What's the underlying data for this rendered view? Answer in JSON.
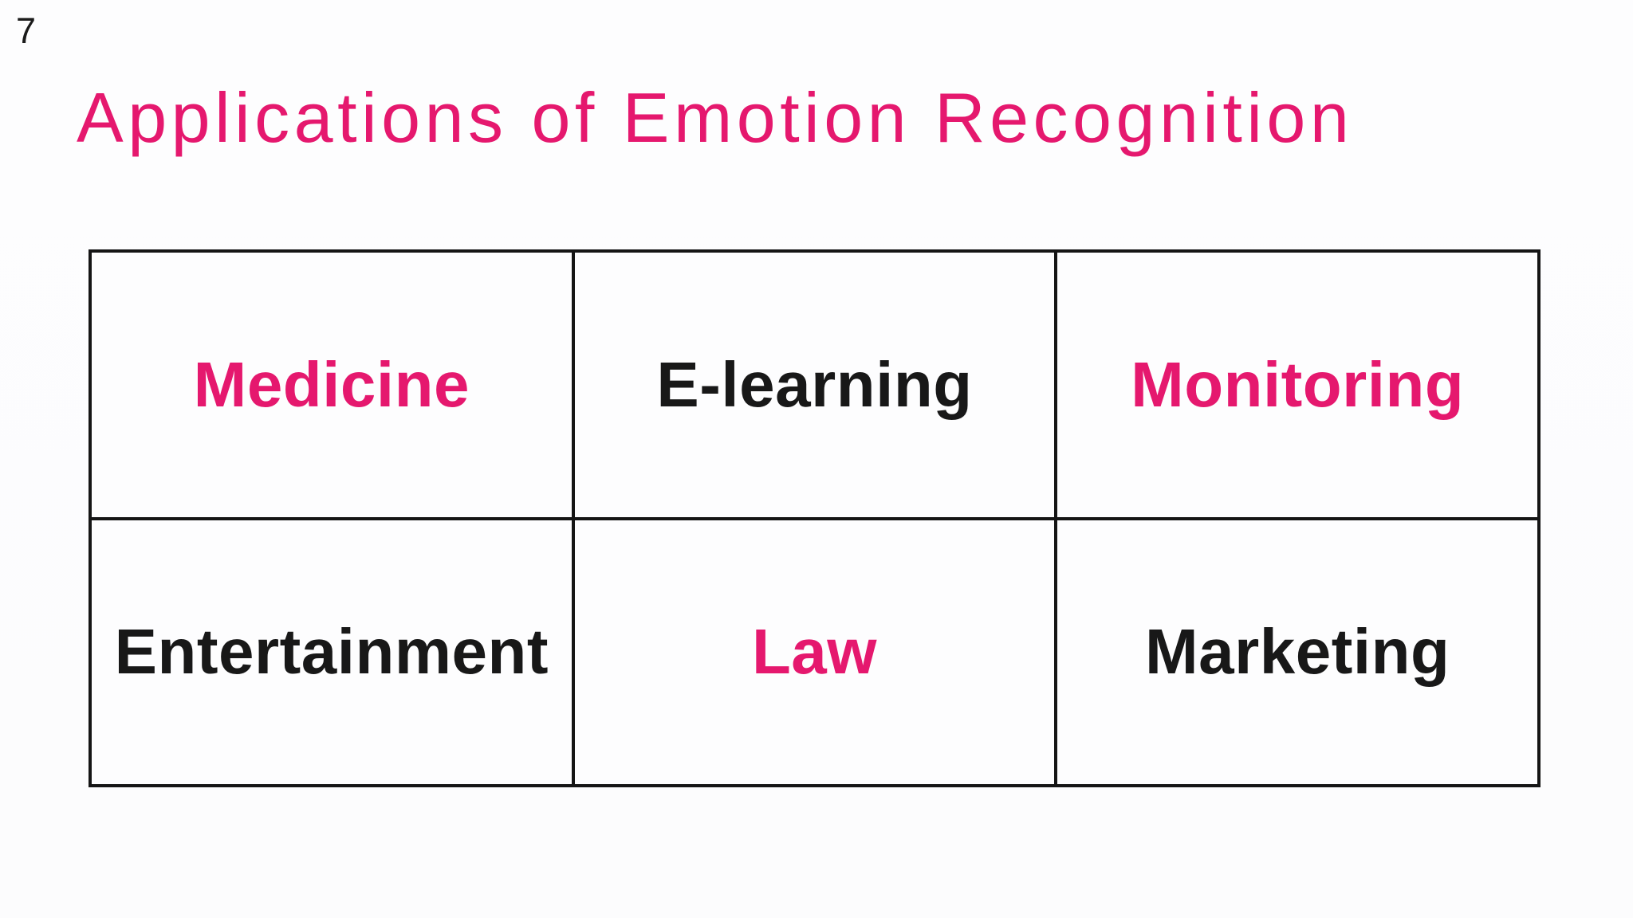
{
  "slide": {
    "page_number": "7",
    "title": "Applications of Emotion Recognition",
    "colors": {
      "accent_pink": "#e5186e",
      "text_black": "#181818",
      "grid_border": "#151515",
      "background": "#fdfdfe"
    },
    "table": {
      "rows": [
        [
          {
            "label": "Medicine",
            "color": "pink"
          },
          {
            "label": "E-learning",
            "color": "black"
          },
          {
            "label": "Monitoring",
            "color": "pink"
          }
        ],
        [
          {
            "label": "Entertainment",
            "color": "black"
          },
          {
            "label": "Law",
            "color": "pink"
          },
          {
            "label": "Marketing",
            "color": "black"
          }
        ]
      ]
    }
  }
}
